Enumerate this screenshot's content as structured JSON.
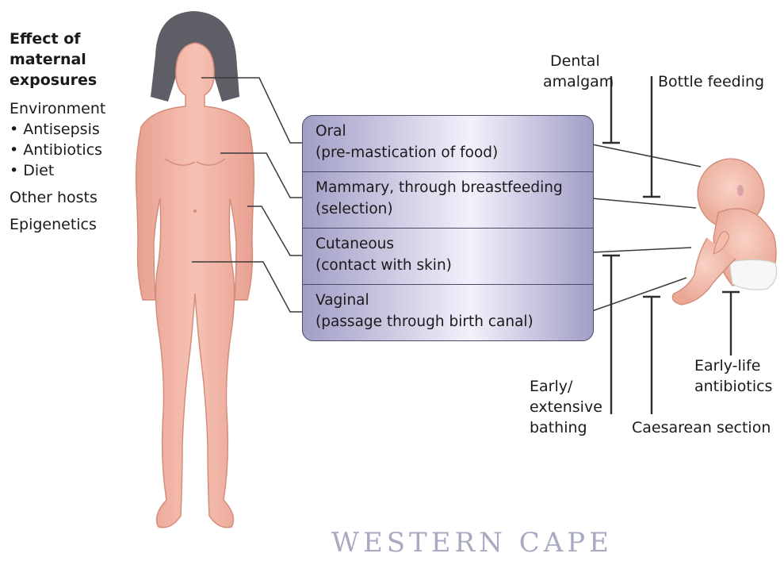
{
  "maternal_effects": {
    "heading": [
      "Effect of",
      "maternal",
      "exposures"
    ],
    "items": [
      "Environment",
      "• Antisepsis",
      "• Antibiotics",
      "• Diet",
      "Other hosts",
      "Epigenetics"
    ]
  },
  "routes": [
    {
      "title": "Oral",
      "detail": "(pre-mastication of food)"
    },
    {
      "title": "Mammary, through breastfeeding",
      "detail": "(selection)"
    },
    {
      "title": "Cutaneous",
      "detail": "(contact with skin)"
    },
    {
      "title": "Vaginal",
      "detail": "(passage through birth canal)"
    }
  ],
  "inhibitors": {
    "dental_amalgam": [
      "Dental",
      "amalgam"
    ],
    "bottle_feeding": "Bottle feeding",
    "early_bathing": [
      "Early/",
      "extensive",
      "bathing"
    ],
    "caesarean": "Caesarean section",
    "early_antibiotics": [
      "Early-life",
      "antibiotics"
    ]
  },
  "watermark": "WESTERN CAPE",
  "colors": {
    "skin": "#f2b5a6",
    "skin_shade": "#e59b88",
    "hair": "#5e5e66",
    "box_dark": "#a29fc6",
    "box_light": "#f1effa",
    "line": "#3a3a3a"
  }
}
